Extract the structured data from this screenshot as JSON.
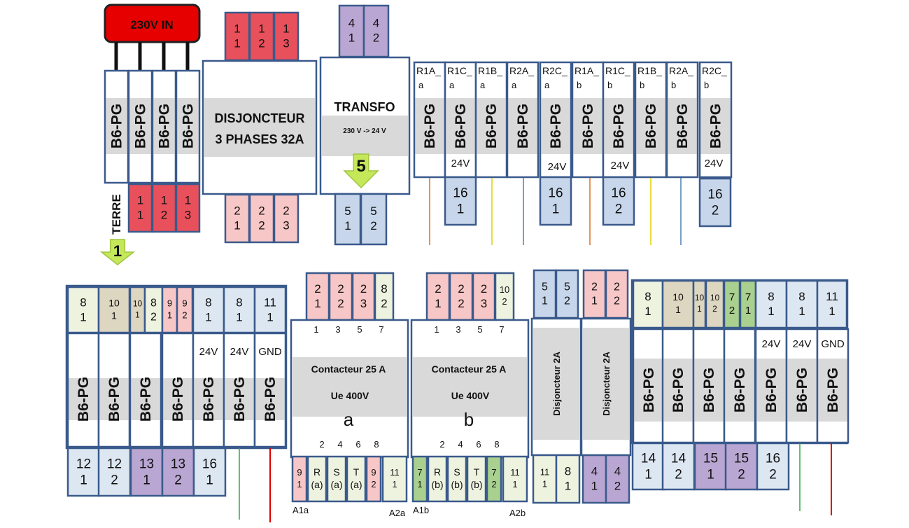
{
  "colors": {
    "red_box": "#e8505b",
    "pink_box": "#f7c6c6",
    "purple_box": "#b9a6d2",
    "blue_box": "#c7d6ea",
    "light_blue_box": "#dde7f2",
    "cream_box": "#eef3e0",
    "tan_box": "#ddd6c0",
    "green_box": "#a9d08e",
    "border": "#3a5a8c",
    "gray_band": "#d9d9d9",
    "input_red": "#e00000",
    "arrow_green": "#c5e85a"
  },
  "input": {
    "label": "230V IN"
  },
  "terre": {
    "label": "TERRE",
    "marker": "1"
  },
  "b6": "B6-PG",
  "top_left": {
    "bottom_terms": [
      [
        "1",
        "1"
      ],
      [
        "1",
        "2"
      ],
      [
        "1",
        "3"
      ]
    ]
  },
  "disjoncteur": {
    "line1": "DISJONCTEUR",
    "line2": "3 PHASES 32A",
    "top_terms": [
      [
        "1",
        "1"
      ],
      [
        "1",
        "2"
      ],
      [
        "1",
        "3"
      ]
    ],
    "bottom_terms": [
      [
        "2",
        "1"
      ],
      [
        "2",
        "2"
      ],
      [
        "2",
        "3"
      ]
    ]
  },
  "transfo": {
    "label": "TRANSFO",
    "sub": "230 V -> 24 V",
    "marker": "5",
    "top_terms": [
      [
        "4",
        "1"
      ],
      [
        "4",
        "2"
      ]
    ],
    "bottom_terms": [
      [
        "5",
        "1"
      ],
      [
        "5",
        "2"
      ]
    ]
  },
  "relay_row": {
    "headers": [
      [
        "R1A_",
        "a"
      ],
      [
        "R1C_",
        "a"
      ],
      [
        "R1B_",
        "a"
      ],
      [
        "R2A_",
        "a"
      ],
      [
        "R2C_",
        "a"
      ],
      [
        "R1A_",
        "b"
      ],
      [
        "R1C_",
        "b"
      ],
      [
        "R1B_",
        "b"
      ],
      [
        "R2A_",
        "b"
      ],
      [
        "R2C_",
        "b"
      ]
    ],
    "v24": "24V",
    "terms": [
      [
        "16",
        "1"
      ],
      [
        "16",
        "1"
      ],
      [
        "16",
        "2"
      ],
      [
        "16",
        "2"
      ]
    ]
  },
  "bottom_left": {
    "top_terms": [
      [
        "8",
        "1"
      ],
      [
        "10",
        "1"
      ],
      [
        "10",
        "1"
      ],
      [
        "8",
        "2"
      ],
      [
        "9",
        "1"
      ],
      [
        "9",
        "2"
      ],
      [
        "8",
        "1"
      ],
      [
        "8",
        "1"
      ],
      [
        "11",
        "1"
      ]
    ],
    "v24": "24V",
    "gnd": "GND",
    "bottom_terms": [
      [
        "12",
        "1"
      ],
      [
        "12",
        "2"
      ],
      [
        "13",
        "1"
      ],
      [
        "13",
        "2"
      ],
      [
        "16",
        "1"
      ]
    ]
  },
  "contacteur_a": {
    "line1": "Contacteur 25 A",
    "line2": "Ue 400V",
    "letter": "a",
    "top_terms": [
      [
        "2",
        "1"
      ],
      [
        "2",
        "2"
      ],
      [
        "2",
        "3"
      ],
      [
        "8",
        "2"
      ]
    ],
    "top_nums": [
      "1",
      "3",
      "5",
      "7"
    ],
    "bottom_nums": [
      "2",
      "4",
      "6",
      "8"
    ],
    "bottom_terms": [
      [
        "9",
        "1"
      ],
      [
        "R",
        "(a)"
      ],
      [
        "S",
        "(a)"
      ],
      [
        "T",
        "(a)"
      ],
      [
        "9",
        "2"
      ],
      [
        "11",
        "1"
      ]
    ],
    "a1": "A1a",
    "a2": "A2a"
  },
  "contacteur_b": {
    "line1": "Contacteur 25 A",
    "line2": "Ue 400V",
    "letter": "b",
    "top_terms": [
      [
        "2",
        "1"
      ],
      [
        "2",
        "2"
      ],
      [
        "2",
        "3"
      ],
      [
        "10",
        "2"
      ]
    ],
    "top_nums": [
      "1",
      "3",
      "5",
      "7"
    ],
    "bottom_nums": [
      "2",
      "4",
      "6",
      "8"
    ],
    "bottom_terms": [
      [
        "7",
        "1"
      ],
      [
        "R",
        "(b)"
      ],
      [
        "S",
        "(b)"
      ],
      [
        "T",
        "(b)"
      ],
      [
        "7",
        "2"
      ],
      [
        "11",
        "1"
      ]
    ],
    "a1": "A1b",
    "a2": "A2b"
  },
  "disj2a_1": {
    "label": "Disjoncteur 2A",
    "top_terms": [
      [
        "5",
        "1"
      ],
      [
        "5",
        "2"
      ]
    ],
    "bottom_terms": [
      [
        "11",
        "1"
      ],
      [
        "8",
        "1"
      ]
    ]
  },
  "disj2a_2": {
    "label": "Disjoncteur 2A",
    "top_terms": [
      [
        "2",
        "1"
      ],
      [
        "2",
        "2"
      ]
    ],
    "bottom_terms": [
      [
        "4",
        "1"
      ],
      [
        "4",
        "2"
      ]
    ]
  },
  "bottom_right": {
    "top_terms": [
      [
        "8",
        "1"
      ],
      [
        "10",
        "1"
      ],
      [
        "10",
        "1"
      ],
      [
        "10",
        "2"
      ],
      [
        "7",
        "2"
      ],
      [
        "7",
        "1"
      ],
      [
        "8",
        "1"
      ],
      [
        "8",
        "1"
      ],
      [
        "11",
        "1"
      ]
    ],
    "v24": "24V",
    "gnd": "GND",
    "bottom_terms": [
      [
        "14",
        "1"
      ],
      [
        "14",
        "2"
      ],
      [
        "15",
        "1"
      ],
      [
        "15",
        "2"
      ],
      [
        "16",
        "2"
      ]
    ]
  }
}
